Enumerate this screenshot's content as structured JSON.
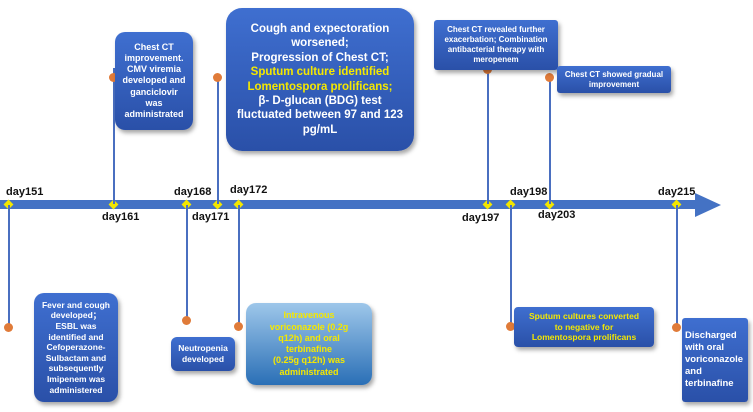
{
  "days": {
    "d151": "day151",
    "d161": "day161",
    "d168": "day168",
    "d171": "day171",
    "d172": "day172",
    "d197": "day197",
    "d198": "day198",
    "d203": "day203",
    "d215": "day215"
  },
  "events": {
    "chest_ct_improvement": {
      "lines": [
        "Chest CT",
        "improvement.",
        "CMV viremia",
        "developed and",
        "ganciclovir",
        "was",
        "administrated"
      ]
    },
    "cough_worsened": {
      "lines": [
        "Cough and expectoration",
        "worsened;",
        "Progression of Chest CT;"
      ],
      "highlight_lines": [
        "Sputum culture identified",
        "Lomentospora prolificans;"
      ],
      "tail_lines": [
        "β- D-glucan (BDG) test",
        "fluctuated between 97 and 123",
        "pg/mL"
      ]
    },
    "ct_exacerbation": {
      "lines": [
        "Chest CT revealed further",
        "exacerbation; Combination",
        "antibacterial therapy with",
        "meropenem"
      ]
    },
    "ct_gradual": {
      "lines": [
        "Chest CT showed gradual",
        "improvement"
      ]
    },
    "fever_cough": {
      "lines": [
        "Fever and cough",
        "developed；",
        "ESBL was",
        "identified and",
        "Cefoperazone-",
        "Sulbactam and",
        "subsequently",
        "Imipenem was",
        "administered"
      ]
    },
    "neutropenia": {
      "lines": [
        "Neutropenia",
        "developed"
      ]
    },
    "voriconazole": {
      "lines": [
        "Intravenous",
        "voriconazole (0.2g",
        "q12h) and oral",
        "terbinafine",
        "(0.25g q12h) was",
        "administrated"
      ]
    },
    "sputum_negative": {
      "lines": [
        "Sputum cultures converted",
        "to negative for",
        "Lomentospora prolificans"
      ]
    },
    "discharged": {
      "lines": [
        "Discharged",
        "with oral",
        "voriconazole",
        "and",
        "terbinafine"
      ]
    }
  },
  "colors": {
    "axis": "#4472c4",
    "box": "#2f5fc4",
    "highlight": "#f5e800",
    "marker": "#f2e600",
    "dot": "#e07b39"
  }
}
